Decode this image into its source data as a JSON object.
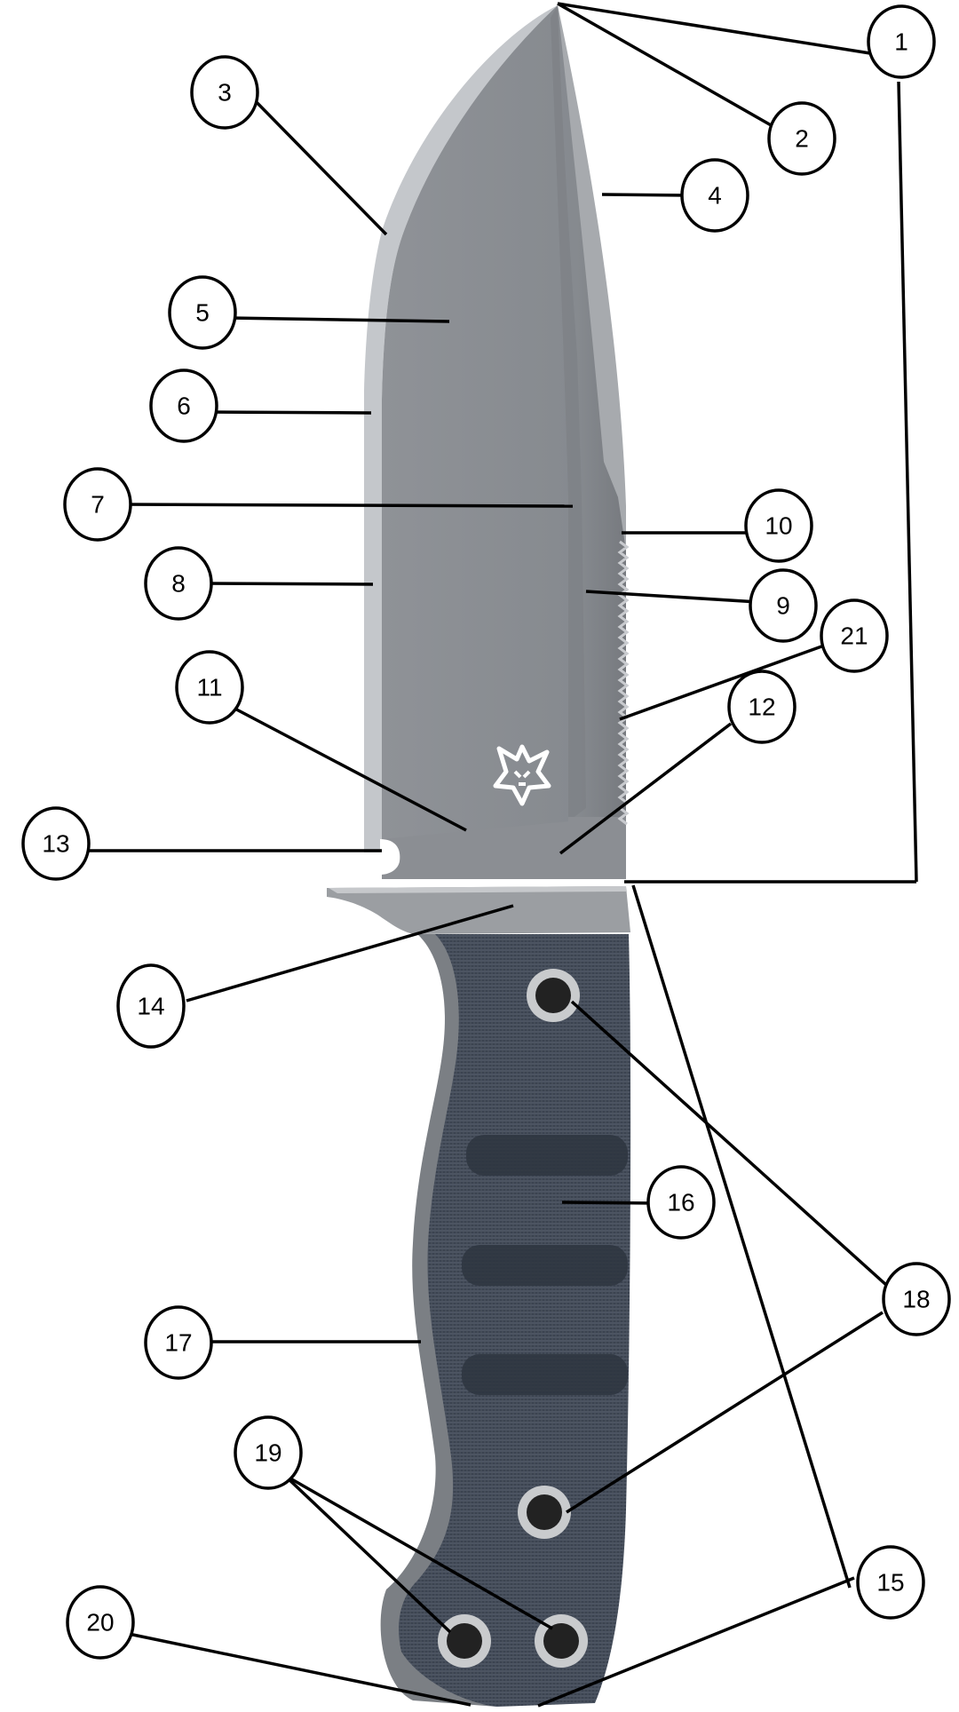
{
  "diagram": {
    "kind": "labeled knife anatomy diagram",
    "colors": {
      "background": "#ffffff",
      "blade": "#8a8d92",
      "blade_shadow": "#6f7277",
      "edge_bevel": "#b9bcc0",
      "handle": "#3b4350",
      "handle_texture": "#6d7480",
      "guard": "#9a9da1",
      "line": "#000000"
    },
    "logo": "fox-head-logo",
    "callouts": [
      {
        "id": "1",
        "label": "1"
      },
      {
        "id": "2",
        "label": "2"
      },
      {
        "id": "3",
        "label": "3"
      },
      {
        "id": "4",
        "label": "4"
      },
      {
        "id": "5",
        "label": "5"
      },
      {
        "id": "6",
        "label": "6"
      },
      {
        "id": "7",
        "label": "7"
      },
      {
        "id": "8",
        "label": "8"
      },
      {
        "id": "9",
        "label": "9"
      },
      {
        "id": "10",
        "label": "10"
      },
      {
        "id": "11",
        "label": "11"
      },
      {
        "id": "12",
        "label": "12"
      },
      {
        "id": "13",
        "label": "13"
      },
      {
        "id": "14",
        "label": "14"
      },
      {
        "id": "15",
        "label": "15"
      },
      {
        "id": "16",
        "label": "16"
      },
      {
        "id": "17",
        "label": "17"
      },
      {
        "id": "18",
        "label": "18"
      },
      {
        "id": "19",
        "label": "19"
      },
      {
        "id": "20",
        "label": "20"
      },
      {
        "id": "21",
        "label": "21"
      }
    ]
  }
}
